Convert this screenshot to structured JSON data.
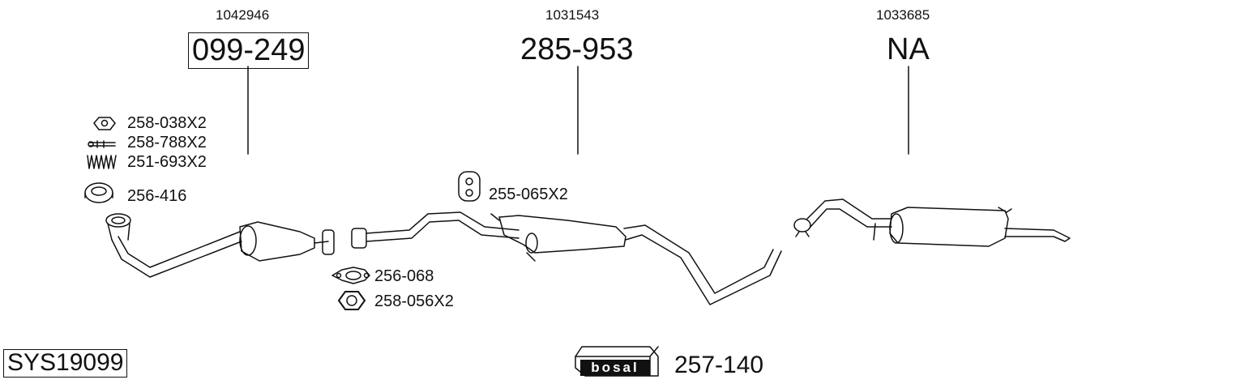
{
  "references": {
    "ref_left": "1042946",
    "ref_middle": "1031543",
    "ref_right": "1033685"
  },
  "part_numbers": {
    "front": "099-249",
    "middle": "285-953",
    "rear": "NA"
  },
  "accessories": {
    "nut": "258-038X2",
    "bolt": "258-788X2",
    "spring": "251-693X2",
    "ring": "256-416",
    "hanger": "255-065X2",
    "gasket": "256-068",
    "hex_nut": "258-056X2"
  },
  "footer": {
    "system_code": "SYS19099",
    "brand": "bosal",
    "kit_number": "257-140"
  }
}
